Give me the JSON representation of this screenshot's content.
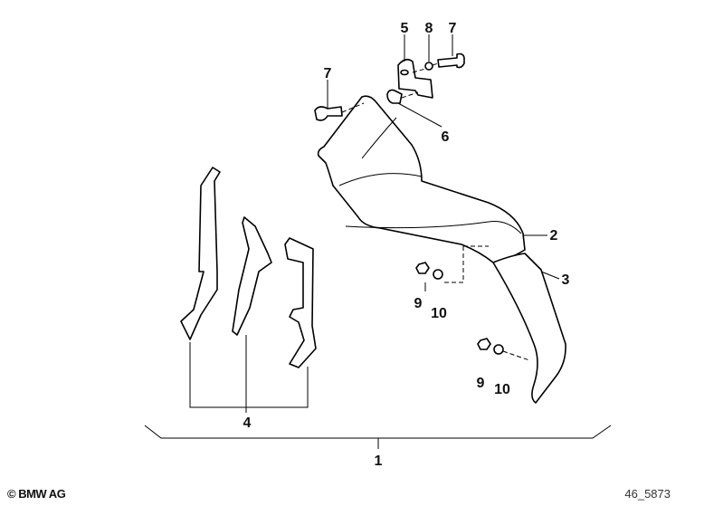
{
  "labels": {
    "part5": "5",
    "part8": "8",
    "part7_top": "7",
    "part7_left": "7",
    "part6": "6",
    "part2": "2",
    "part3": "3",
    "part9_a": "9",
    "part10_a": "10",
    "part9_b": "9",
    "part10_b": "10",
    "part4": "4",
    "part1": "1"
  },
  "footer": {
    "copyright": "© BMW AG",
    "diagram_code": "46_5873"
  }
}
